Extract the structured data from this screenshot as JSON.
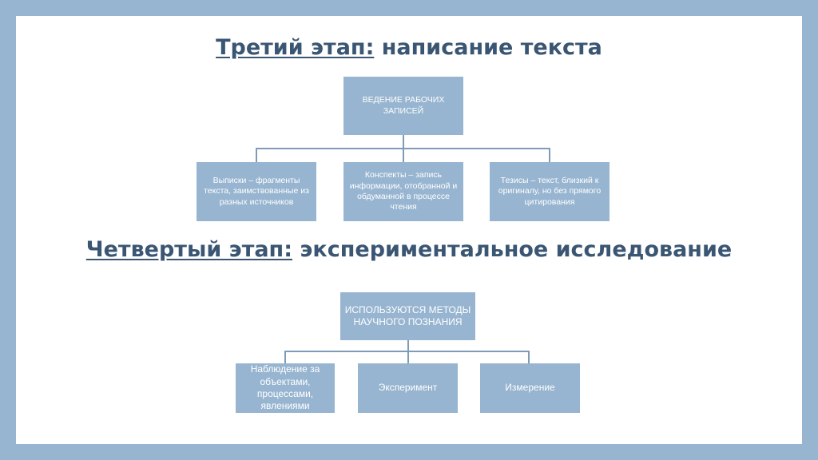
{
  "section1": {
    "title_underlined": "Третий этап:",
    "title_rest": " написание текста",
    "root": "ВЕДЕНИЕ РАБОЧИХ ЗАПИСЕЙ",
    "children": [
      "Выписки – фрагменты текста, заимствованные из разных источников",
      "Конспекты – запись информации, отобранной и обдуманной в процессе чтения",
      "Тезисы – текст, близкий к оригиналу, но без прямого цитирования"
    ]
  },
  "section2": {
    "title_underlined": "Четвертый этап:",
    "title_rest": " экспериментальное исследование",
    "root": "ИСПОЛЬЗУЮТСЯ МЕТОДЫ НАУЧНОГО ПОЗНАНИЯ",
    "children": [
      "Наблюдение за объектами, процессами, явлениями",
      "Эксперимент",
      "Измерение"
    ]
  },
  "colors": {
    "frame": "#97b5d0",
    "box": "#97b5d0",
    "connector": "#7e9cb8",
    "heading": "#3a5673"
  }
}
